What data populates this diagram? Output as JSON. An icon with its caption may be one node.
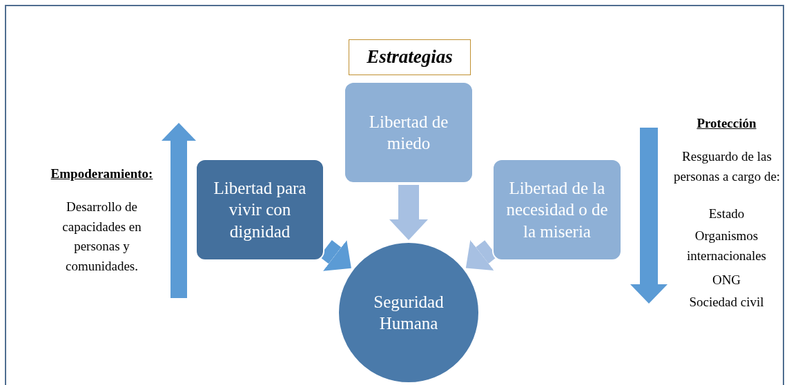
{
  "diagram": {
    "nodes": [
      {
        "text": [
          "Estrategias"
        ]
      },
      {
        "text": [
          "Libertad de miedo"
        ]
      },
      {
        "text": [
          "Libertad para vivir con dignidad"
        ]
      },
      {
        "text": [
          "Libertad de la necesidad o de la miseria"
        ]
      },
      {
        "text": [
          "Seguridad Humana"
        ]
      }
    ],
    "edges": [
      {
        "from": 2,
        "to": 4,
        "arrow": "to",
        "color": "#5b9bd5"
      },
      {
        "from": 1,
        "to": 4,
        "arrow": "to"
      },
      {
        "from": 3,
        "to": 4,
        "arrow": "to"
      }
    ],
    "labels": [
      "Empoderamiento:",
      "Desarrollo de capacidades en personas y comunidades.",
      "Protección",
      "Resguardo de las personas a cargo de:",
      "Estado",
      "Organismos internacionales",
      "ONG",
      "Sociedad civil"
    ]
  }
}
